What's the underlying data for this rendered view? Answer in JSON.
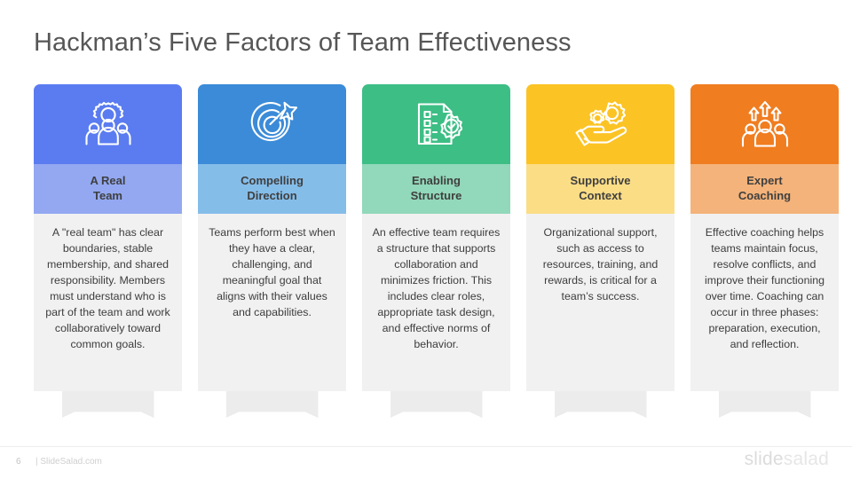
{
  "slide": {
    "title": "Hackman’s Five Factors of Team Effectiveness"
  },
  "cards": [
    {
      "icon": "people-gear-icon",
      "label_line1": "A Real",
      "label_line2": "Team",
      "body": "A \"real team\" has clear boundaries, stable membership, and shared responsibility. Members must understand who is part of the team and work collaboratively toward common goals.",
      "header_color": "#5B7CF0",
      "label_color": "#93A8F1"
    },
    {
      "icon": "target-arrow-icon",
      "label_line1": "Compelling",
      "label_line2": "Direction",
      "body": "Teams perform best when they have a clear, challenging, and meaningful goal that aligns with their values and capabilities.",
      "header_color": "#3B8BD8",
      "label_color": "#85BDE9"
    },
    {
      "icon": "checklist-gear-icon",
      "label_line1": "Enabling",
      "label_line2": "Structure",
      "body": "An effective team requires a structure that supports collaboration and minimizes friction. This includes clear roles, appropriate task design, and effective norms of behavior.",
      "header_color": "#3DBE85",
      "label_color": "#92D8BA"
    },
    {
      "icon": "hand-gears-icon",
      "label_line1": "Supportive",
      "label_line2": "Context",
      "body": "Organizational support, such as access to resources, training, and rewards, is critical for a team’s success.",
      "header_color": "#FBC324",
      "label_color": "#FBDD86"
    },
    {
      "icon": "people-arrows-up-icon",
      "label_line1": "Expert",
      "label_line2": "Coaching",
      "body": "Effective coaching helps teams maintain focus, resolve conflicts, and improve their functioning over time. Coaching can occur in three phases: preparation, execution, and reflection.",
      "header_color": "#F07D20",
      "label_color": "#F4B37A"
    }
  ],
  "footer": {
    "page_number": "6",
    "site": "| SlideSalad.com",
    "logo_part1": "slide",
    "logo_part2": "salad"
  }
}
